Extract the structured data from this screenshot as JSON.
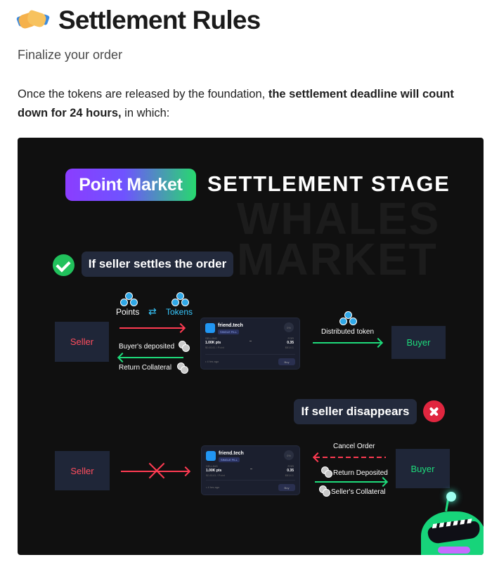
{
  "header": {
    "emoji_icon": "handshake-icon",
    "title": "Settlement Rules",
    "subtitle": "Finalize your order"
  },
  "intro": {
    "text_before": "Once the tokens are released by the foundation, ",
    "text_bold": "the settlement deadline will count down for 24 hours,",
    "text_after": " in which:"
  },
  "figure": {
    "pill_label": "Point Market",
    "stage_title": "SETTLEMENT STAGE",
    "watermark_line1": "WHALES",
    "watermark_line2": "MARKET",
    "scenario1": {
      "label": "If seller settles the order",
      "seller": "Seller",
      "buyer": "Buyer",
      "points_label": "Points",
      "tokens_label": "Tokens",
      "buyers_deposited": "Buyer's deposited",
      "return_collateral": "Return Collateral",
      "distributed_token": "Distributed token"
    },
    "scenario2": {
      "label": "If seller disappears",
      "seller": "Seller",
      "buyer": "Buyer",
      "cancel_order": "Cancel Order",
      "return_deposited": "Return Deposited",
      "sellers_collateral": "Seller's Collateral"
    },
    "order_card": {
      "name": "friend.tech",
      "badge": "SINGLE FILL",
      "selling_label": "SELLING",
      "selling_value": "1.00K pts",
      "selling_sub": "$0.8141 / Point",
      "for_label": "FOR",
      "for_value": "0.35",
      "for_sub": "$814.1",
      "footer": "• 4 hrs ago",
      "buy_label": "Buy",
      "pct": "0%"
    },
    "colors": {
      "background": "#101010",
      "seller": "#ff4d5d",
      "buyer": "#1edb7b",
      "tokens": "#38c9ff",
      "check": "#21c15c",
      "cross": "#e0263f"
    }
  }
}
